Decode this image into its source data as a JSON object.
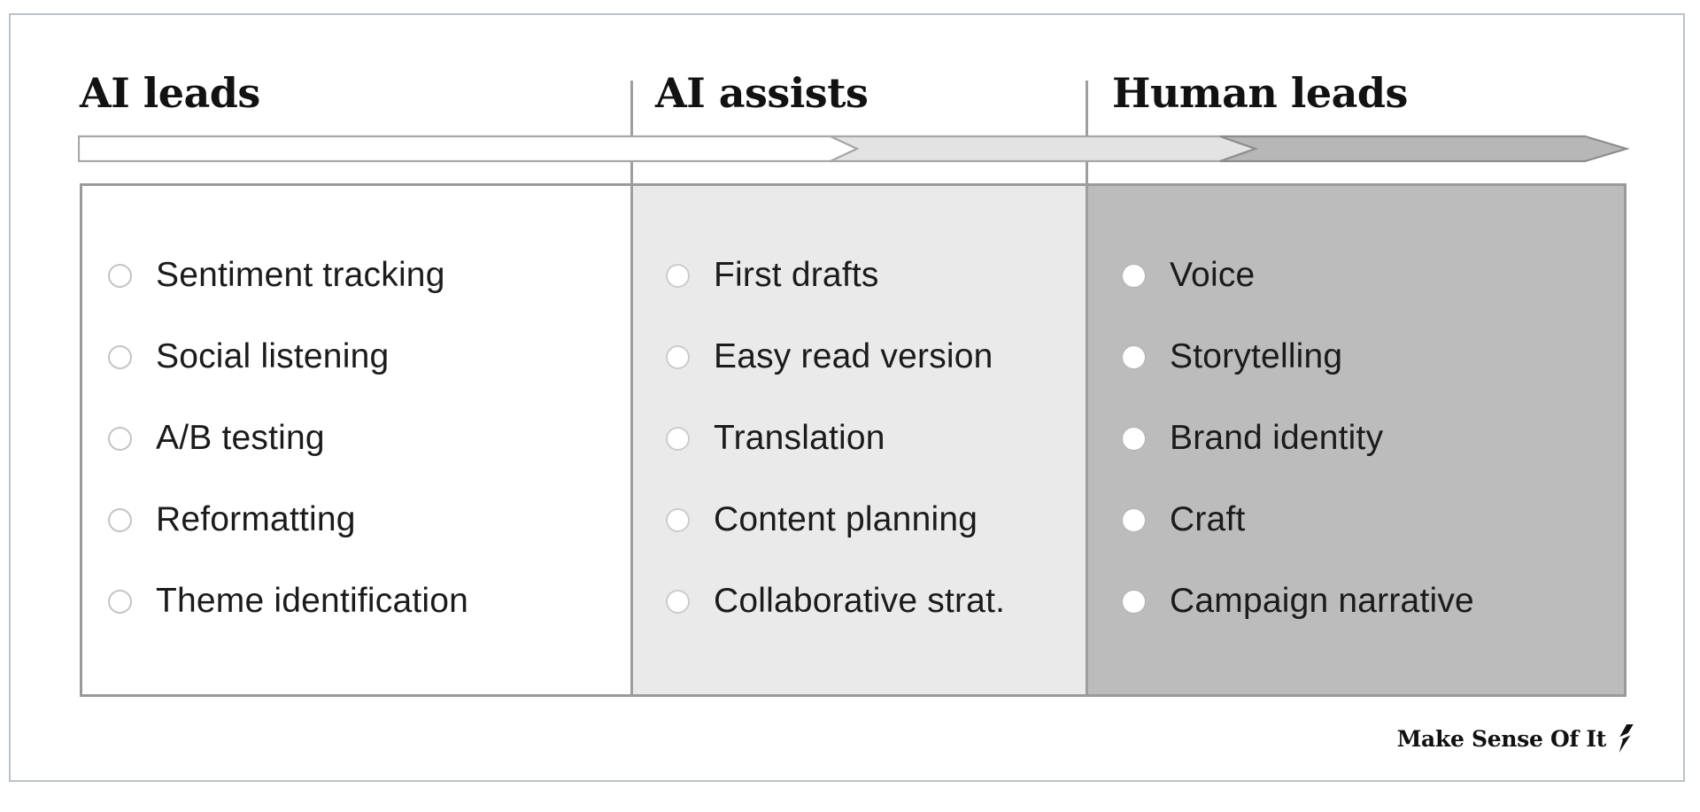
{
  "columns": [
    {
      "id": "ai-leads",
      "header": "AI leads",
      "items": [
        "Sentiment tracking",
        "Social listening",
        "A/B testing",
        "Reformatting",
        "Theme identification"
      ]
    },
    {
      "id": "ai-assists",
      "header": "AI assists",
      "items": [
        "First drafts",
        "Easy read version",
        "Translation",
        "Content planning",
        "Collaborative strat."
      ]
    },
    {
      "id": "human-leads",
      "header": "Human leads",
      "items": [
        "Voice",
        "Storytelling",
        "Brand identity",
        "Craft",
        "Campaign narrative"
      ]
    }
  ],
  "arrow": {
    "direction": "left-to-right",
    "segments": [
      {
        "label": "ai-leads-segment",
        "color": "#ffffff",
        "border": "#a7a7a7"
      },
      {
        "label": "ai-assists-segment",
        "color": "#e3e3e3",
        "border": "#a7a7a7"
      },
      {
        "label": "human-leads-segment",
        "color": "#b7b7b7",
        "border": "#8d8d8d"
      }
    ]
  },
  "footer": {
    "brand": "Make Sense Of It"
  },
  "colors": {
    "column1_bg": "#ffffff",
    "column2_bg": "#eaeaea",
    "column3_bg": "#bcbcbc",
    "divider": "#9e9e9e",
    "box_border": "#9a9a9a",
    "frame_border": "#bdc1c9",
    "text": "#1b1b1b"
  }
}
